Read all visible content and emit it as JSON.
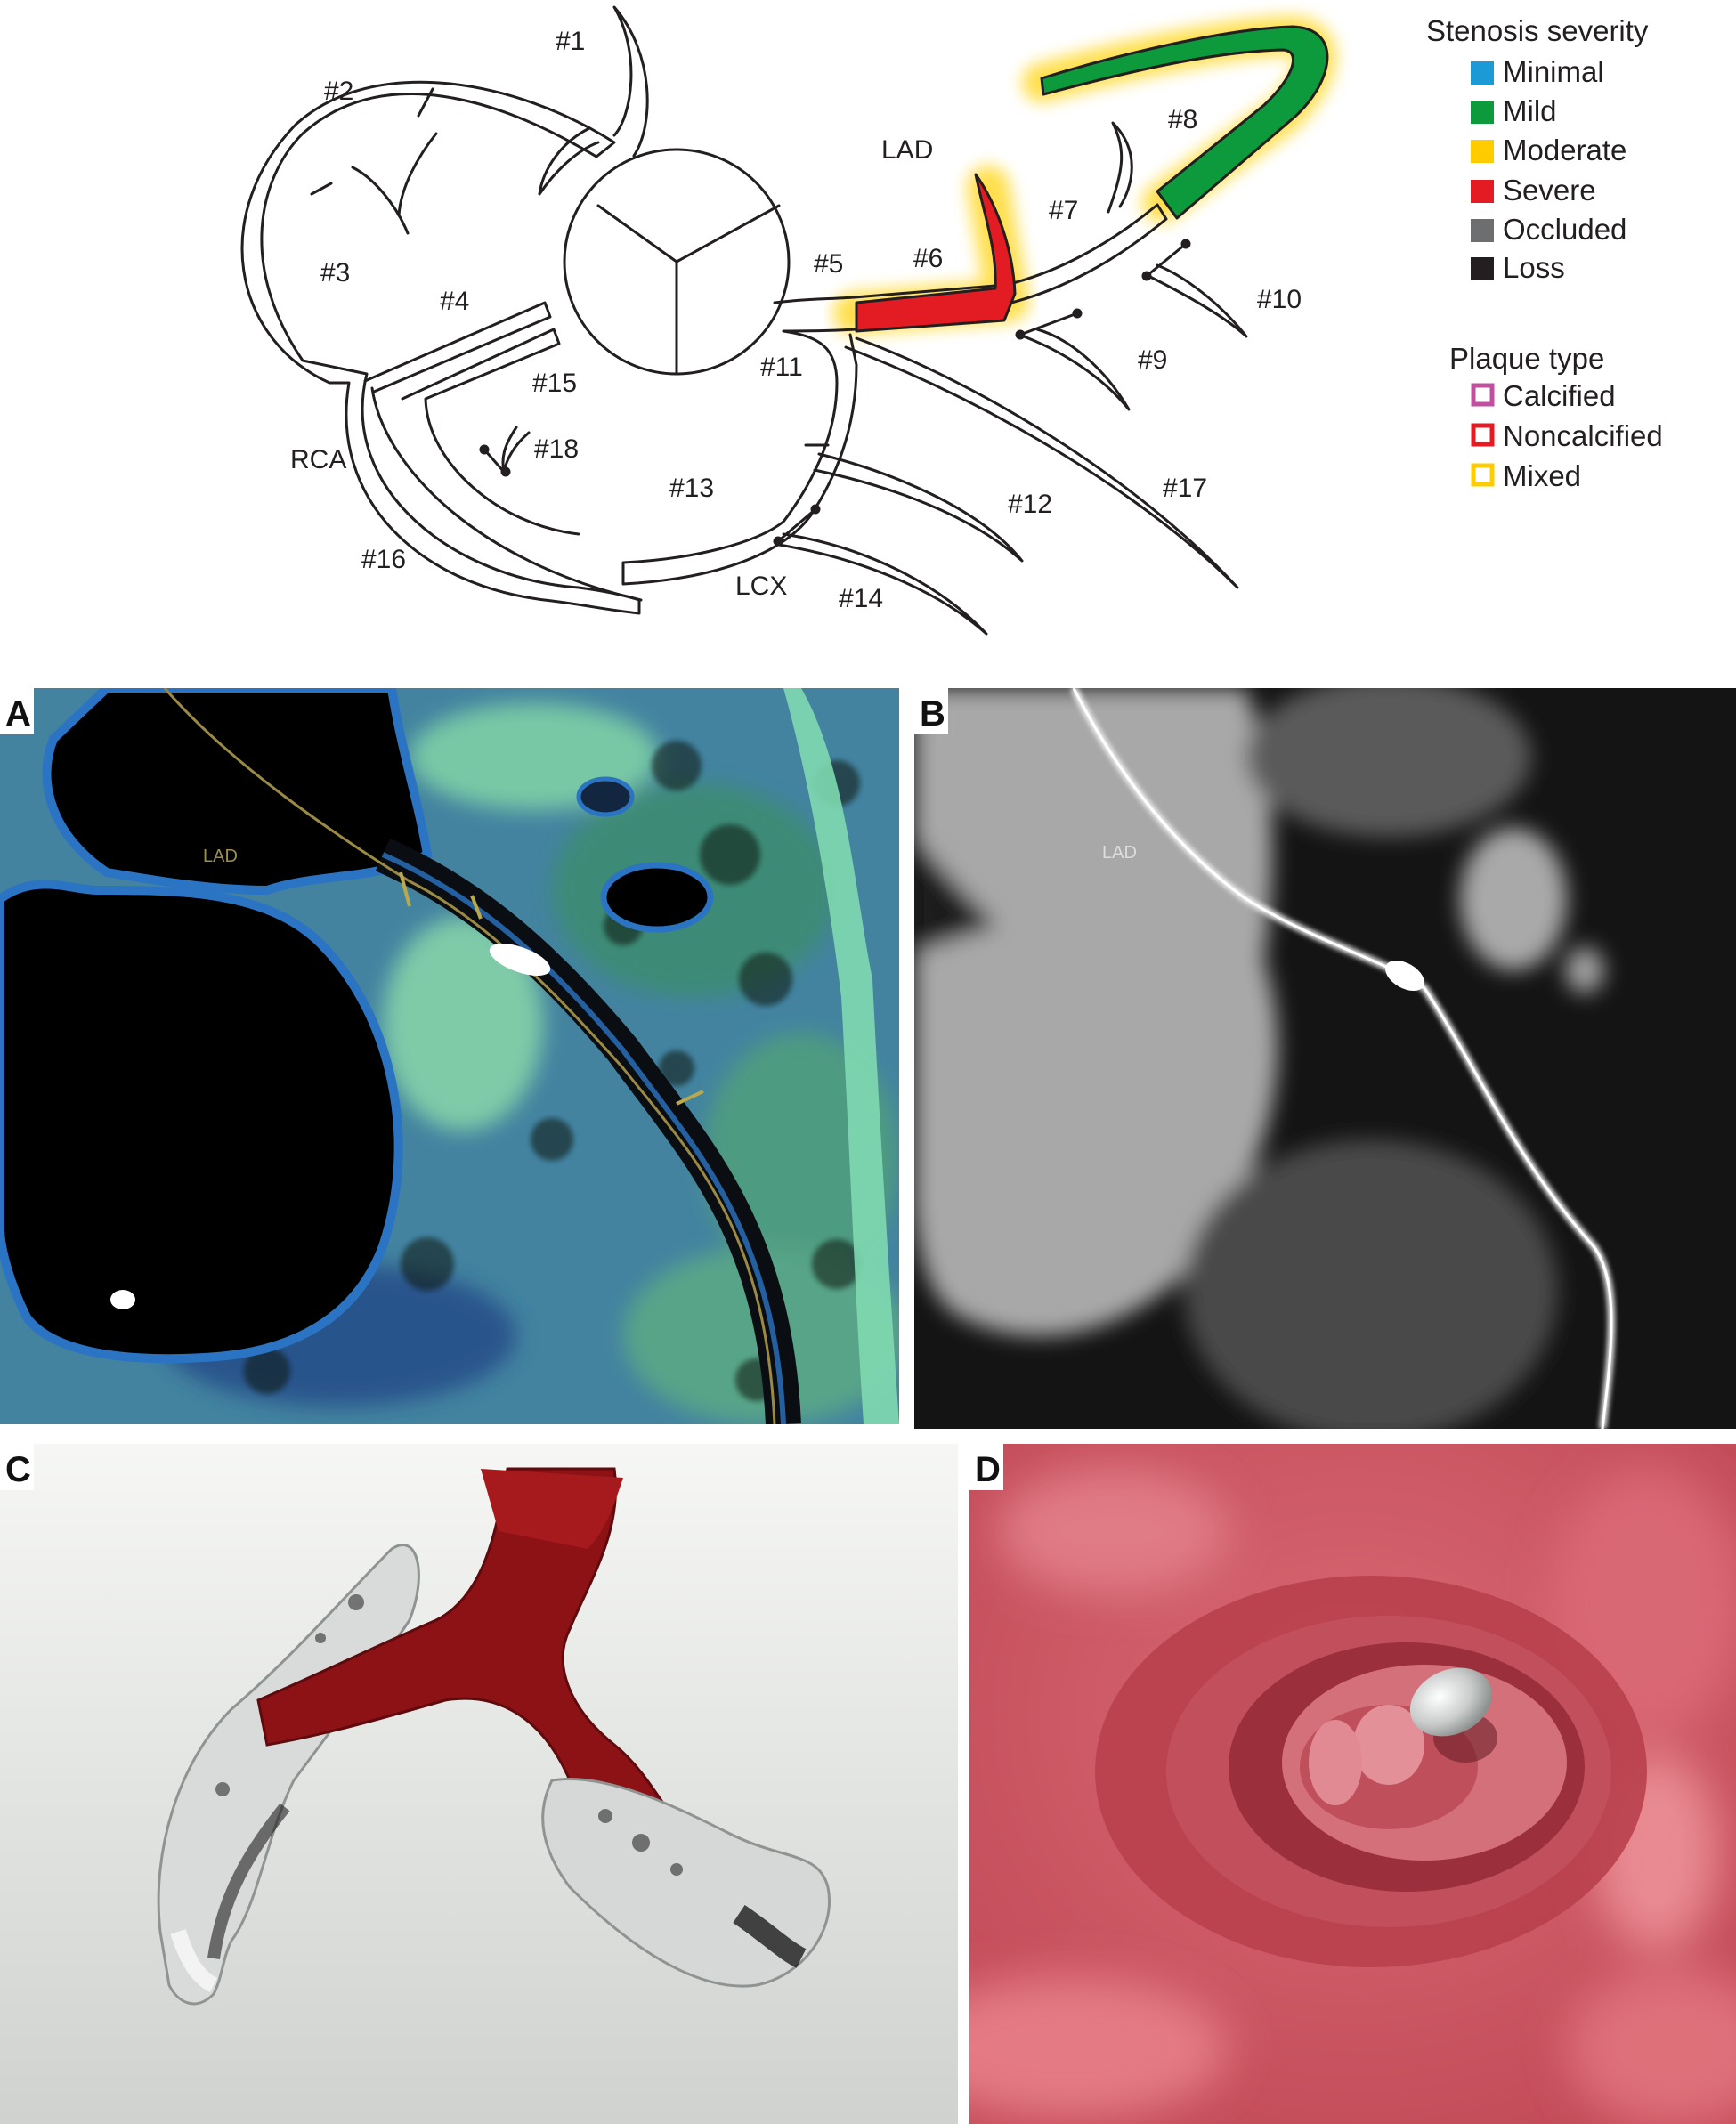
{
  "diagram": {
    "segments": {
      "s1": "#1",
      "s2": "#2",
      "s3": "#3",
      "s4": "#4",
      "s5": "#5",
      "s6": "#6",
      "s7": "#7",
      "s8": "#8",
      "s9": "#9",
      "s10": "#10",
      "s11": "#11",
      "s12": "#12",
      "s13": "#13",
      "s14": "#14",
      "s15": "#15",
      "s16": "#16",
      "s17": "#17",
      "s18": "#18"
    },
    "vessels": {
      "lad": "LAD",
      "rca": "RCA",
      "lcx": "LCX"
    },
    "highlights": {
      "segment_6": {
        "stenosis": "Severe",
        "plaque": "Mixed"
      },
      "segment_8": {
        "stenosis": "Mild",
        "plaque": "Mixed"
      }
    }
  },
  "legend": {
    "stenosis_title": "Stenosis severity",
    "stenosis": [
      {
        "label": "Minimal",
        "color": "#1b9ad6"
      },
      {
        "label": "Mild",
        "color": "#0c9a3c"
      },
      {
        "label": "Moderate",
        "color": "#ffcc00"
      },
      {
        "label": "Severe",
        "color": "#e31b23"
      },
      {
        "label": "Occluded",
        "color": "#6d6e70"
      },
      {
        "label": "Loss",
        "color": "#231f20"
      }
    ],
    "plaque_title": "Plaque type",
    "plaque": [
      {
        "label": "Calcified",
        "color": "#c0509f"
      },
      {
        "label": "Noncalcified",
        "color": "#e31b23"
      },
      {
        "label": "Mixed",
        "color": "#ffcc00"
      }
    ]
  },
  "panels": {
    "a": {
      "label": "A",
      "annotation": "LAD"
    },
    "b": {
      "label": "B",
      "annotation": "LAD"
    },
    "c": {
      "label": "C"
    },
    "d": {
      "label": "D"
    }
  }
}
